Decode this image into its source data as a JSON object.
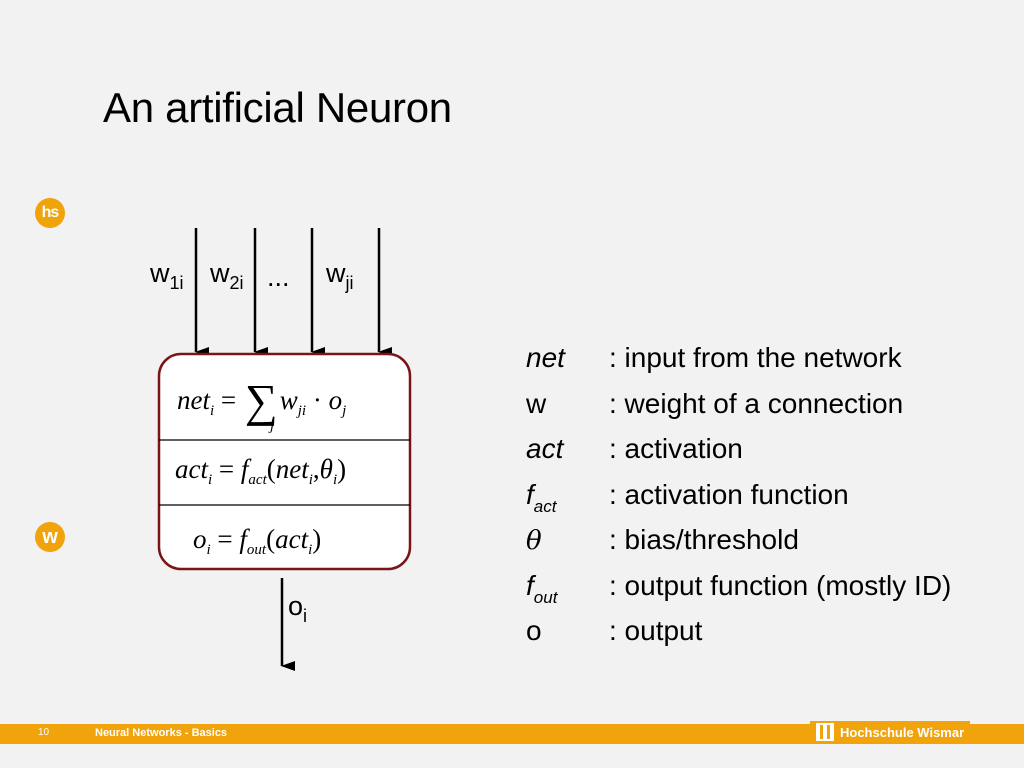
{
  "title": "An artificial Neuron",
  "badges": {
    "top": "hs",
    "bottom": "w"
  },
  "neuron": {
    "weights": {
      "w1": "w",
      "w1_sub": "1i",
      "w2": "w",
      "w2_sub": "2i",
      "dots": "...",
      "wj": "w",
      "wj_sub": "ji"
    },
    "output": {
      "o": "o",
      "o_sub": "i"
    }
  },
  "legend": [
    {
      "symbol": "net",
      "definition": ": input from the network"
    },
    {
      "symbol": "w",
      "definition": ": weight of a connection"
    },
    {
      "symbol": "act",
      "definition": ": activation"
    },
    {
      "symbol": "f",
      "symbol_sub": "act",
      "definition": ": activation  function"
    },
    {
      "symbol": "θ",
      "definition": ": bias/threshold"
    },
    {
      "symbol": "f",
      "symbol_sub": "out",
      "definition": ": output function (mostly ID)"
    },
    {
      "symbol": "o",
      "definition": ": output"
    }
  ],
  "footer": {
    "page_number": "10",
    "course": "Neural Networks - Basics",
    "institution": "Hochschule Wismar"
  },
  "colors": {
    "accent": "#f0a30a",
    "box_border": "#7b1515"
  }
}
